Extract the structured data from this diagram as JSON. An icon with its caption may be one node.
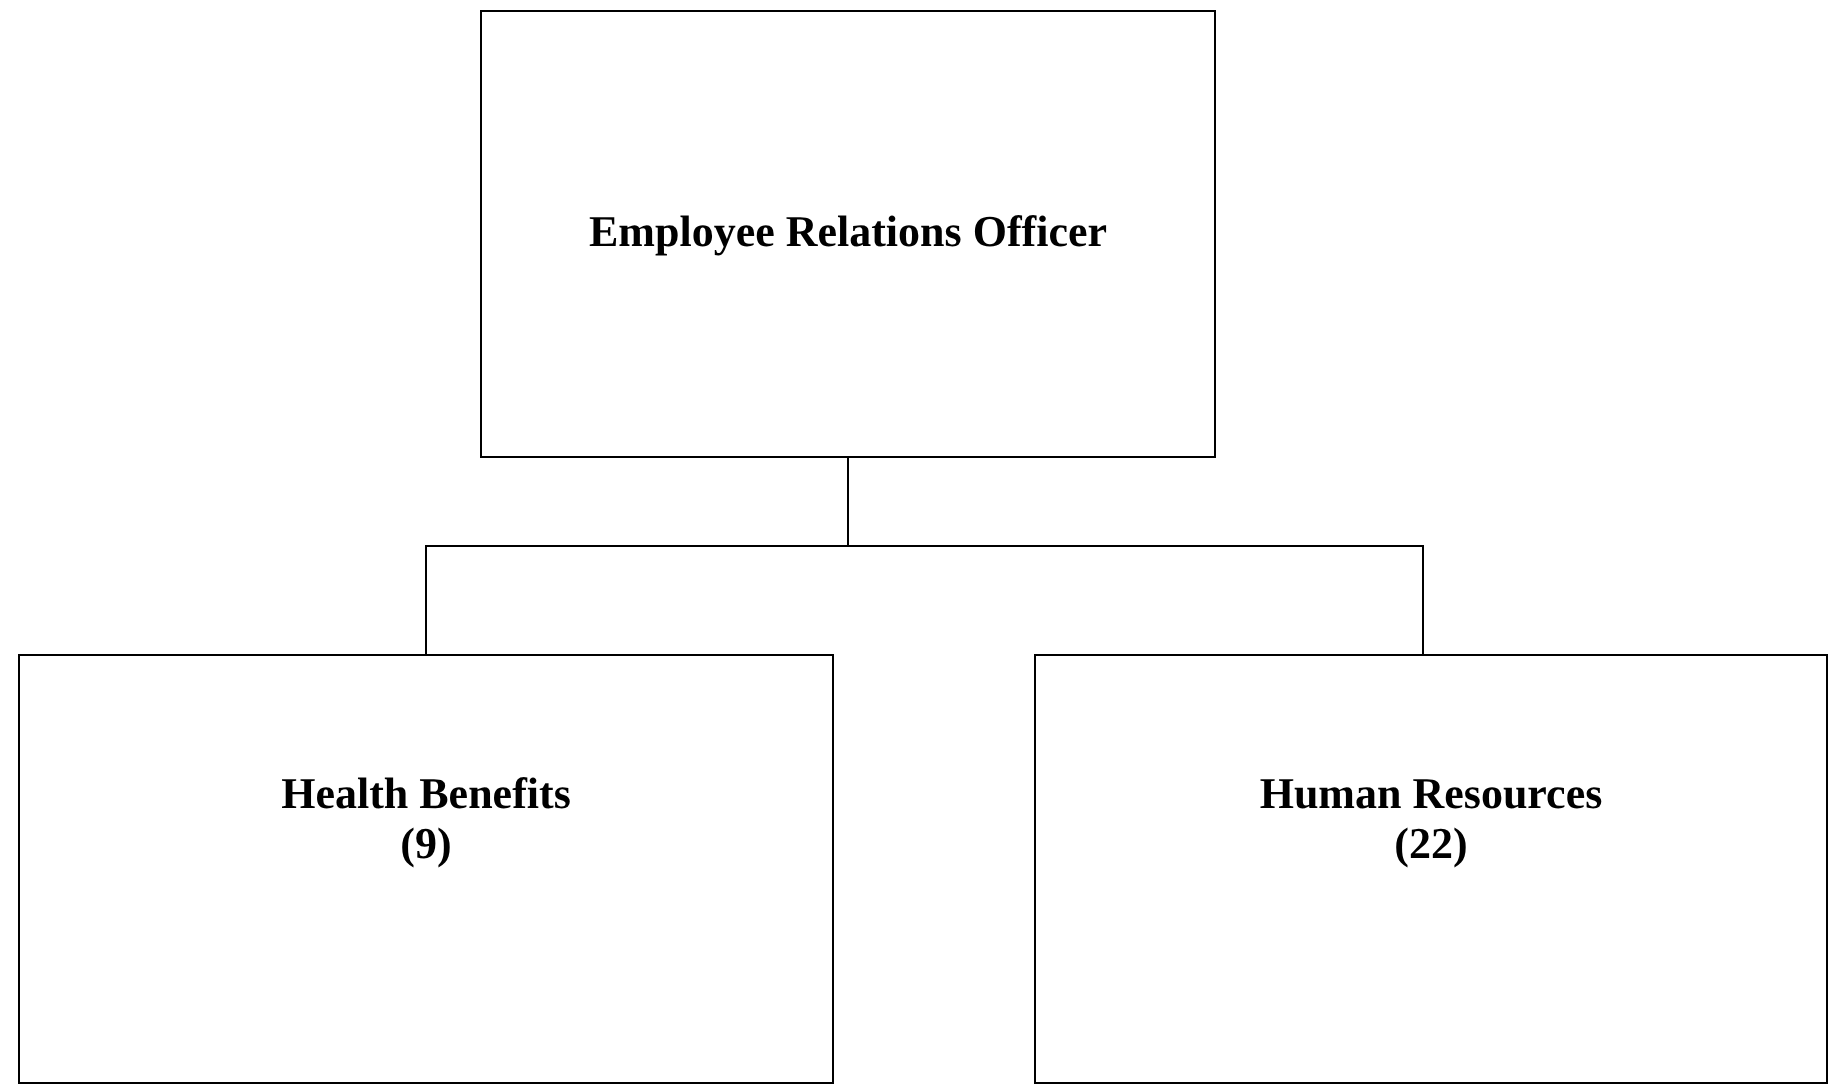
{
  "diagram": {
    "nodes": [
      {
        "text": [
          "Employee Relations Officer"
        ]
      },
      {
        "text": [
          "Health Benefits",
          "(9)"
        ]
      },
      {
        "text": [
          "Human Resources",
          "(22)"
        ]
      }
    ],
    "edges": [
      {
        "from": 0,
        "to": 1,
        "arrow": "none"
      },
      {
        "from": 0,
        "to": 2,
        "arrow": "none"
      }
    ]
  }
}
